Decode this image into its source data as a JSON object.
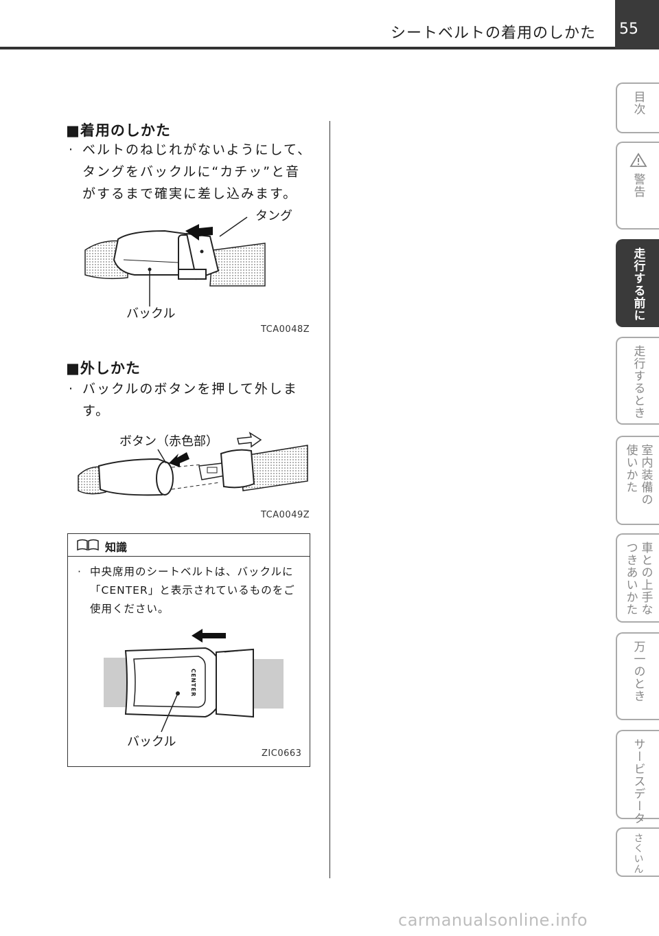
{
  "header": {
    "title": "シートベルトの着用のしかた",
    "page_number": "55"
  },
  "section1": {
    "heading": "■着用のしかた",
    "bullet": "·",
    "text": "ベルトのねじれがないようにして、タングをバックルに“カチッ”と音がするまで確実に差し込みます。",
    "figure": {
      "label_tongue": "タング",
      "label_buckle": "バックル",
      "code": "TCA0048Z"
    }
  },
  "section2": {
    "heading": "■外しかた",
    "bullet": "·",
    "text": "バックルのボタンを押して外します。",
    "figure": {
      "label_button": "ボタン（赤色部）",
      "code": "TCA0049Z"
    }
  },
  "knowledge": {
    "title": "知識",
    "bullet": "·",
    "text": "中央席用のシートベルトは、バックルに「CENTER」と表示されているものをご使用ください。",
    "figure": {
      "center_mark": "CENTER",
      "label_buckle": "バックル",
      "code": "ZIC0663"
    }
  },
  "side_tabs": [
    {
      "id": "contents",
      "lines": [
        "目次"
      ],
      "active": false
    },
    {
      "id": "warning",
      "lines": [
        "警告"
      ],
      "icon": "warning-triangle-icon",
      "active": false
    },
    {
      "id": "before-driving",
      "lines": [
        "走行する前に"
      ],
      "active": true
    },
    {
      "id": "while-driving",
      "lines": [
        "走行するとき"
      ],
      "active": false
    },
    {
      "id": "interior",
      "lines": [
        "室内装備の",
        "使いかた"
      ],
      "active": false
    },
    {
      "id": "car-care",
      "lines": [
        "車との上手な",
        "つきあいかた"
      ],
      "active": false
    },
    {
      "id": "emergency",
      "lines": [
        "万一のとき"
      ],
      "active": false
    },
    {
      "id": "service-data",
      "lines": [
        "サービスデータ"
      ],
      "active": false
    },
    {
      "id": "index",
      "lines": [
        "さくいん"
      ],
      "active": false
    }
  ],
  "watermark": "carmanualsonline.info",
  "colors": {
    "header_bar": "#3a3a3a",
    "tab_inactive_text": "#888888",
    "tab_active_bg": "#3a3a3a"
  }
}
